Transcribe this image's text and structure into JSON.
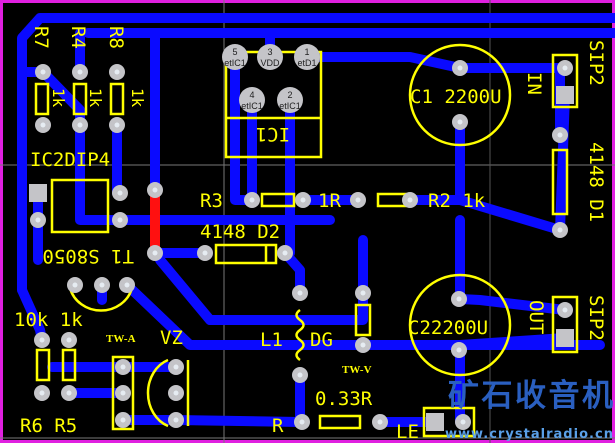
{
  "colors": {
    "background": "#000000",
    "trace": "#0a0aff",
    "jumper": "#ff1010",
    "silkscreen": "#ffff00",
    "pad": "#c4c4c8",
    "border": "#e020e0"
  },
  "components": {
    "r7": "R7",
    "r4": "R4",
    "r8": "R8",
    "r7_value": "1k",
    "r4_value": "1k",
    "r8_value": "1k",
    "ic2": "IC2DIP4",
    "t1": "T1 S8050",
    "ic1": "IC1",
    "ic1_pins": [
      {
        "num": "5",
        "net": "etIC1"
      },
      {
        "num": "3",
        "net": "VDD"
      },
      {
        "num": "1",
        "net": "etD1"
      },
      {
        "num": "4",
        "net": "etIC1"
      },
      {
        "num": "2",
        "net": "etIC1"
      }
    ],
    "r3": "R3",
    "d2": "4148 D2",
    "r1": "1R",
    "r2": "R2  1k",
    "c1": "C1 2200U",
    "in": "IN",
    "sip2_top": "SIP2",
    "d1": "4148  D1",
    "c2": "C22200U",
    "out": "OUT",
    "sip2_bottom": "SIP2",
    "r6r5_values": "10k 1k",
    "tw_a": "TW-A",
    "vz": "VZ",
    "l1": "L1",
    "dg": "DG",
    "tw_v": "TW-V",
    "r_value": "0.33R",
    "r": "R",
    "r6r5": "R6 R5",
    "led_partial": "LE"
  },
  "watermark": {
    "title": "矿石收音机",
    "url": "www.crystalradio.cn"
  }
}
